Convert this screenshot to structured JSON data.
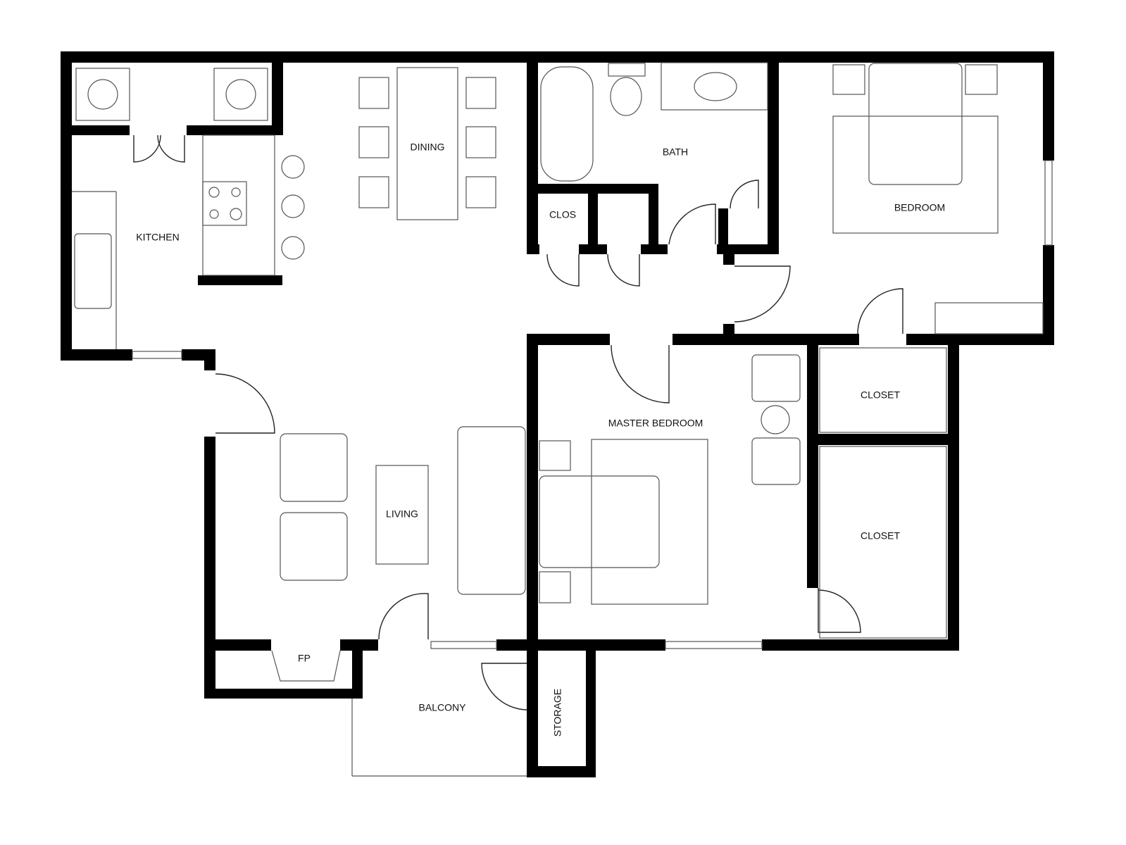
{
  "floor_plan": {
    "rooms": {
      "kitchen": "KITCHEN",
      "dining": "DINING",
      "bath": "BATH",
      "clos": "CLOS",
      "bedroom": "BEDROOM",
      "master_bedroom": "MASTER BEDROOM",
      "closet_upper": "CLOSET",
      "closet_lower": "CLOSET",
      "living": "LIVING",
      "fp": "FP",
      "balcony": "BALCONY",
      "storage": "STORAGE"
    },
    "colors": {
      "wall": "#000000",
      "fixture": "#555555",
      "background": "#ffffff"
    }
  }
}
